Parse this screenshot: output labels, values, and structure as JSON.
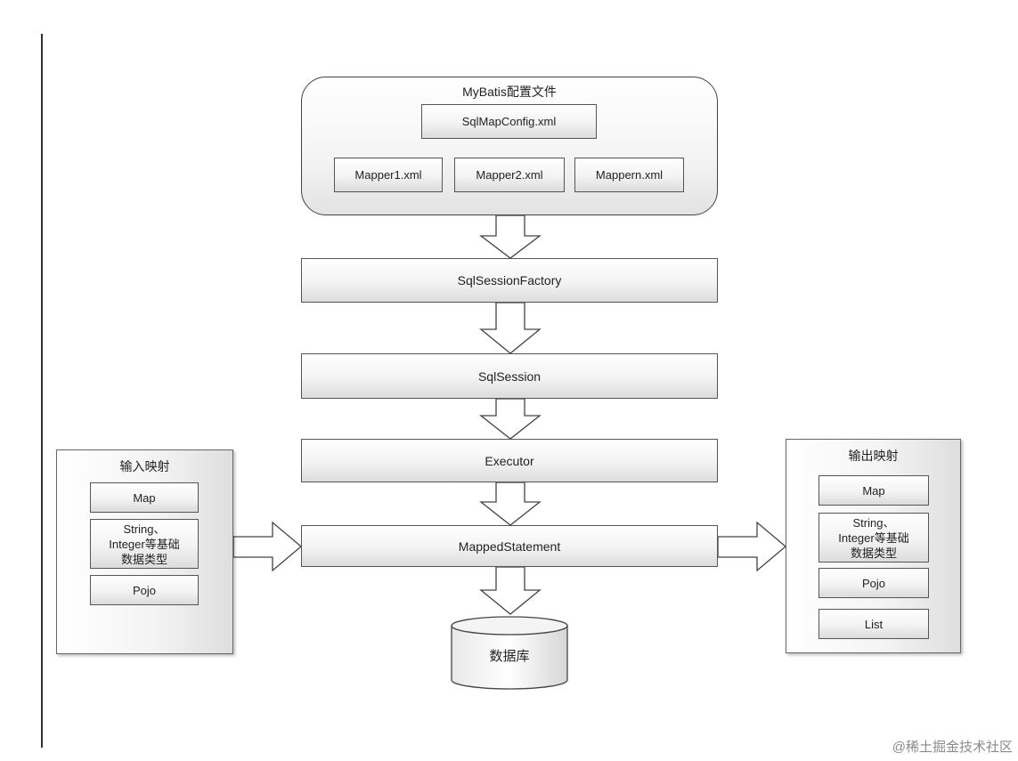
{
  "config": {
    "title": "MyBatis配置文件",
    "sqlmapconfig": "SqlMapConfig.xml",
    "mappers": [
      "Mapper1.xml",
      "Mapper2.xml",
      "Mappern.xml"
    ]
  },
  "flow": {
    "factory": "SqlSessionFactory",
    "session": "SqlSession",
    "executor": "Executor",
    "mapped": "MappedStatement",
    "database": "数据库"
  },
  "input": {
    "title": "输入映射",
    "items": [
      "Map",
      "String、\nInteger等基础\n数据类型",
      "Pojo"
    ]
  },
  "output": {
    "title": "输出映射",
    "items": [
      "Map",
      "String、\nInteger等基础\n数据类型",
      "Pojo",
      "List"
    ]
  },
  "watermark": "@稀土掘金技术社区"
}
